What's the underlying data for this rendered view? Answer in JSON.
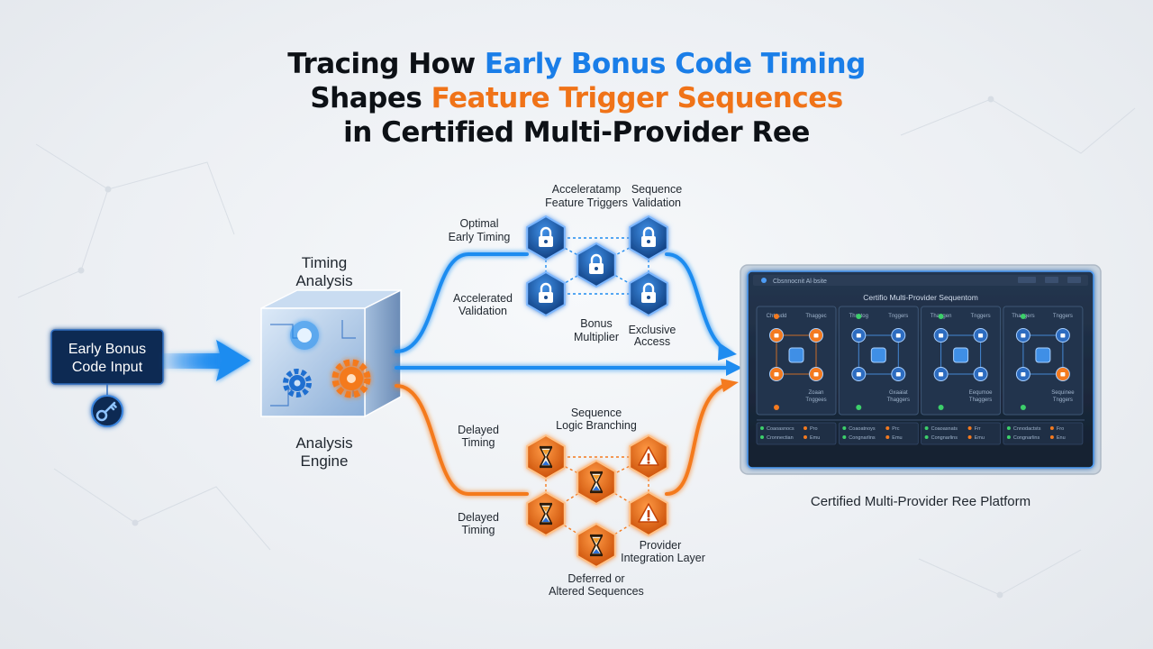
{
  "title": {
    "line1_a": "Tracing How ",
    "line1_b": "Early Bonus Code Timing",
    "line2_a": "Shapes ",
    "line2_b": "Feature Trigger Sequences",
    "line3": "in Certified Multi-Provider Ree"
  },
  "input": {
    "line1": "Early Bonus",
    "line2": "Code Input"
  },
  "engine": {
    "top1": "Timing",
    "top2": "Analysis",
    "bottom1": "Analysis",
    "bottom2": "Engine"
  },
  "upper": {
    "optimal1": "Optimal",
    "optimal2": "Early Timing",
    "accel_feat1": "Acceleratamp",
    "accel_feat2": "Feature Triggers",
    "seq_val1": "Sequence",
    "seq_val2": "Validation",
    "accel_val1": "Accelerated",
    "accel_val2": "Validation",
    "bonus1": "Bonus",
    "bonus2": "Multiplier",
    "excl1": "Exclusive",
    "excl2": "Access"
  },
  "lower": {
    "logic1": "Sequence",
    "logic2": "Logic Branching",
    "delayed_a1": "Delayed",
    "delayed_a2": "Timing",
    "delayed_b1": "Delayed",
    "delayed_b2": "Timing",
    "provider1": "Provider",
    "provider2": "Integration Layer",
    "deferred1": "Deferred or",
    "deferred2": "Altered Sequences"
  },
  "platform": {
    "window_title": "Certifio Multi-Provider Sequentom",
    "topbar_text": "Cbsnnocnit Al·bsite",
    "caption": "Certified Multi-Provider Ree Platform",
    "cols": [
      {
        "t1": "Chtoudd",
        "t2": "Thaggec",
        "b1": "Zoaan",
        "b2": "Tnggees"
      },
      {
        "t1": "Thsstog",
        "t2": "Tnggers",
        "b1": "Gxaaiat",
        "b2": "Thaggers"
      },
      {
        "t1": "Thaggen",
        "t2": "Tnggers",
        "b1": "Eequmoe",
        "b2": "Thaggers"
      },
      {
        "t1": "Thaggers",
        "t2": "Tnggers",
        "b1": "Sequinee",
        "b2": "Tnggers"
      }
    ],
    "footer": [
      [
        "Coaoasnocs",
        "Pro",
        "Cronnectian",
        "Emu"
      ],
      [
        "Coaoatnoys",
        "Prc",
        "Congnarlins",
        "Emu"
      ],
      [
        "Coaoasnats",
        "Frr",
        "Congnarlins",
        "Emu"
      ],
      [
        "Cnnodactsts",
        "Fro",
        "Congnarlins",
        "Enu"
      ]
    ]
  },
  "colors": {
    "blue": "#1f8cf0",
    "orange": "#f47a1f",
    "dark_panel": "#1d2b3f",
    "navy": "#0f2a52"
  }
}
